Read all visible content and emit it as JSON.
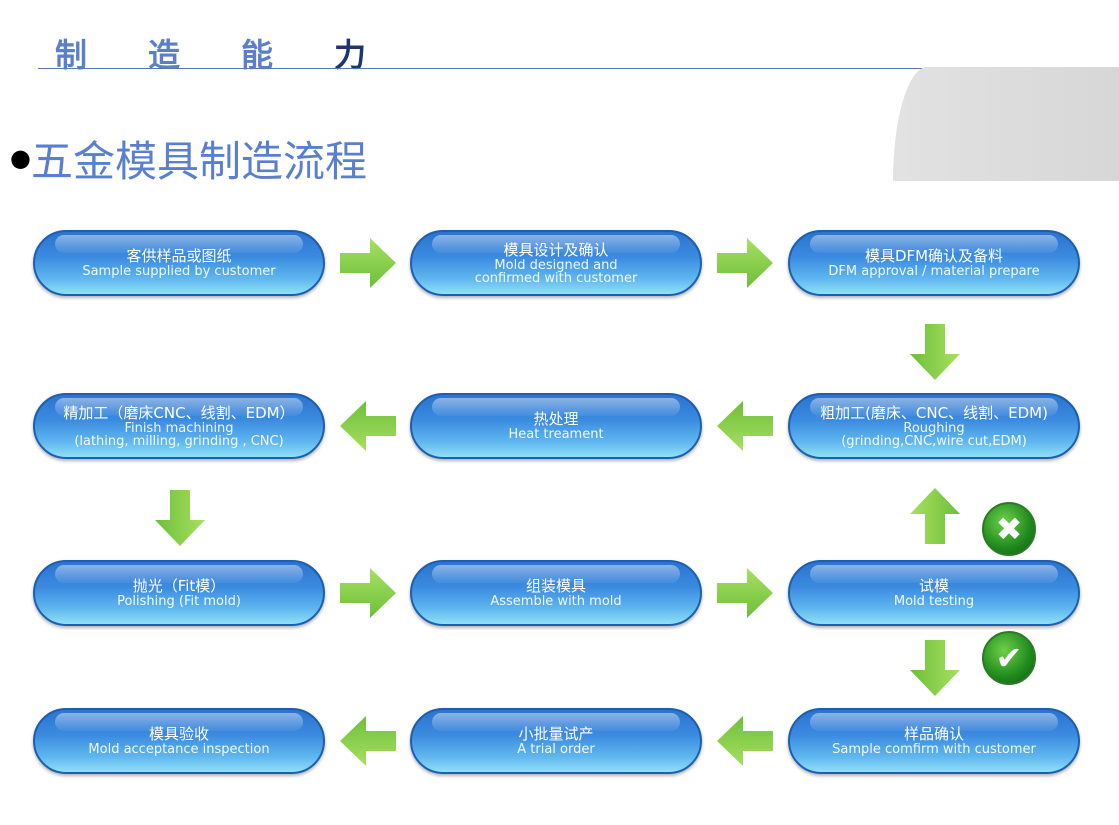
{
  "header": {
    "chars": [
      "制",
      "造",
      "能",
      "力"
    ]
  },
  "subtitle": "五金模具制造流程",
  "colors": {
    "pill": "#3a8be0",
    "arrow": "#8fd04a",
    "badge": "#1f8a1d",
    "title": "#5a7fd0"
  },
  "nodes": [
    {
      "cn": "客供样品或图纸",
      "en": [
        "Sample supplied by customer"
      ]
    },
    {
      "cn": "模具设计及确认",
      "en": [
        "Mold designed and",
        "confirmed with customer"
      ]
    },
    {
      "cn": "模具DFM确认及备料",
      "en": [
        "DFM approval / material prepare"
      ]
    },
    {
      "cn": "精加工（磨床CNC、线割、EDM）",
      "en": [
        "Finish machining",
        "(lathing, milling, grinding , CNC)"
      ]
    },
    {
      "cn": "热处理",
      "en": [
        "Heat treament"
      ]
    },
    {
      "cn": "粗加工(磨床、CNC、线割、EDM)",
      "en": [
        "Roughing",
        "(grinding,CNC,wire cut,EDM)"
      ]
    },
    {
      "cn": "抛光（Fit模）",
      "en": [
        "Polishing (Fit mold)"
      ]
    },
    {
      "cn": "组装模具",
      "en": [
        "Assemble with mold"
      ]
    },
    {
      "cn": "试模",
      "en": [
        "Mold testing"
      ]
    },
    {
      "cn": "模具验收",
      "en": [
        "Mold acceptance inspection"
      ]
    },
    {
      "cn": "小批量试产",
      "en": [
        "A trial order"
      ]
    },
    {
      "cn": "样品确认",
      "en": [
        "Sample comfirm with customer"
      ]
    }
  ],
  "badges": {
    "fail": "✖",
    "pass": "✔"
  }
}
